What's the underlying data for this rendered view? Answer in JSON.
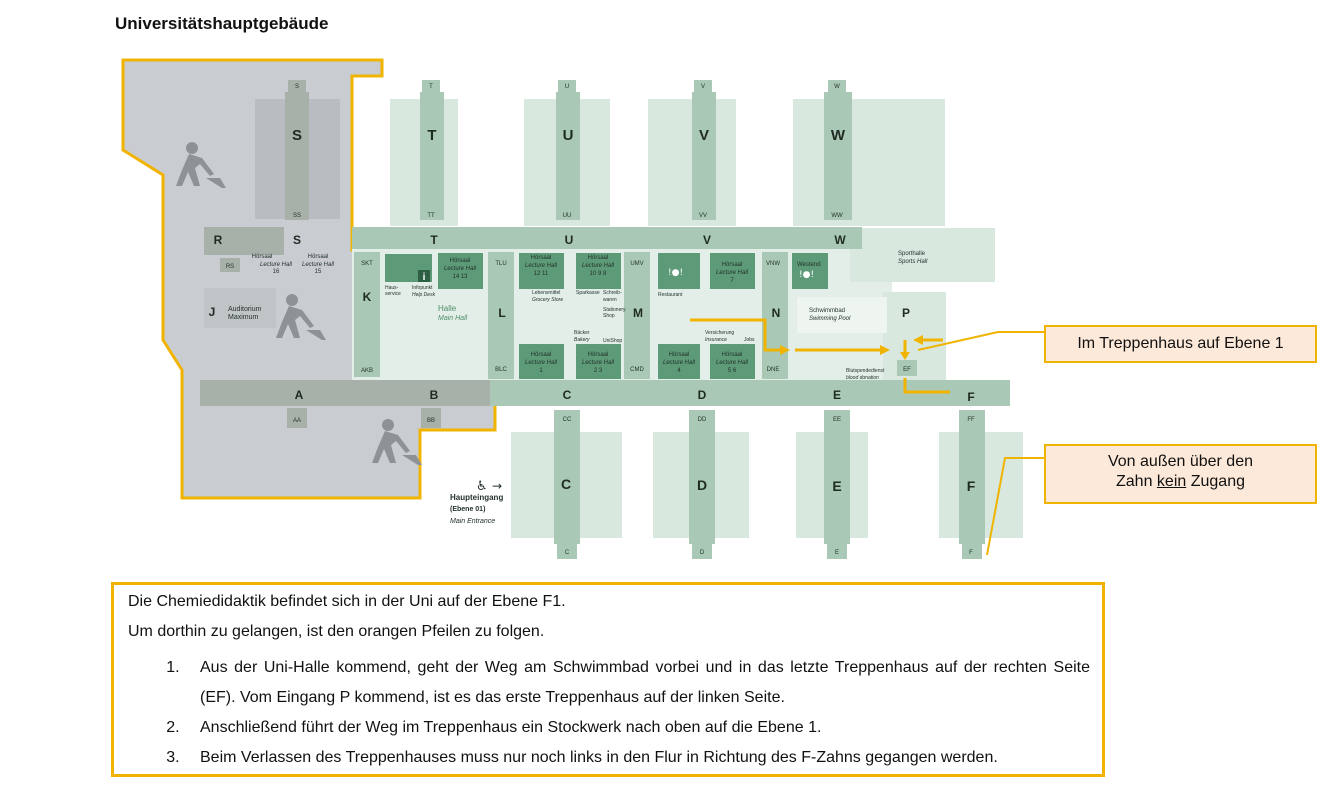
{
  "title": "Universitätshauptgebäude",
  "colors": {
    "accent": "#f0b400",
    "callout_bg": "#fde9d9",
    "building": "#d8e8df",
    "corridor": "#a9c8b6",
    "dark": "#5c9a78",
    "construction": "#c9ccd0"
  },
  "icons": [
    "construction-worker-icon",
    "wheelchair-icon",
    "arrow-right-icon",
    "info-icon",
    "cafe-icon"
  ],
  "wings": {
    "top": [
      "S",
      "T",
      "U",
      "V",
      "W"
    ],
    "top_stairs": [
      "SS",
      "TT",
      "UU",
      "VV",
      "WW"
    ],
    "bottom": [
      "C",
      "D",
      "E",
      "F"
    ],
    "bottom_stairs": [
      "CC",
      "DD",
      "EE",
      "FF"
    ]
  },
  "corridor_labels": {
    "R": "R",
    "S": "S",
    "T": "T",
    "U": "U",
    "V": "V",
    "W": "W",
    "J": "J",
    "K": "K",
    "L": "L",
    "M": "M",
    "N": "N",
    "P": "P",
    "A": "A",
    "B": "B",
    "C": "C",
    "D": "D",
    "E": "E",
    "F": "F",
    "AA": "AA",
    "BB": "BB",
    "RS": "RS",
    "SKT": "SKT",
    "AKB": "AKB",
    "TLU": "TLU",
    "BLC": "BLC",
    "UMV": "UMV",
    "CMD": "CMD",
    "VNW": "VNW",
    "DNE": "DNE",
    "EF": "EF"
  },
  "rooms": {
    "hs16_1": "Hörsaal",
    "hs16_2": "Lecture Hall",
    "hs16_3": "16",
    "hs15_1": "Hörsaal",
    "hs15_2": "Lecture Hall",
    "hs15_3": "15",
    "hs14_1": "Hörsaal",
    "hs14_2": "Lecture Hall",
    "hs14_3": "14  13",
    "hs12_1": "Hörsaal",
    "hs12_2": "Lecture Hall",
    "hs12_3": "12     11",
    "hs10_1": "Hörsaal",
    "hs10_2": "Lecture Hall",
    "hs10_3": "10   9   8",
    "hs7_1": "Hörsaal",
    "hs7_2": "Lecture Hall",
    "hs7_3": "7",
    "hs1_1": "Hörsaal",
    "hs1_2": "Lecture Hall",
    "hs1_3": "1",
    "hs23_1": "Hörsaal",
    "hs23_2": "Lecture Hall",
    "hs23_3": "2   3",
    "hs4_1": "Hörsaal",
    "hs4_2": "Lecture Hall",
    "hs4_3": "4",
    "hs56_1": "Hörsaal",
    "hs56_2": "Lecture Hall",
    "hs56_3": "5   6",
    "audi_1": "Auditorium",
    "audi_2": "Maximum",
    "halle_1": "Halle",
    "halle_2": "Main Hall",
    "haus_1": "Haus-",
    "haus_2": "service",
    "info_1": "Infopunkt",
    "info_2": "Help Desk",
    "lebens_1": "Lebensmittel",
    "lebens_2": "Grocery Store",
    "spark": "Sparkasse",
    "schreib_1": "Schreib-",
    "schreib_2": "waren",
    "stat_1": "Stationery",
    "stat_2": "Shop",
    "rest": "Restaurant",
    "westend": "Westend",
    "sport_1": "Sporthalle",
    "sport_2": "Sports Hall",
    "swim_1": "Schwimmbad",
    "swim_2": "Swimming Pool",
    "baecker_1": "Bäcker",
    "baecker_2": "Bakery",
    "unishop": "UniShop",
    "vers_1": "Versicherung",
    "vers_2": "Insurance",
    "jobs": "Jobs",
    "blut_1": "Blutspendedienst",
    "blut_2": "blood donation",
    "entrance_1": "Haupteingang",
    "entrance_2": "(Ebene 01)",
    "entrance_3": "Main Entrance"
  },
  "callouts": {
    "stairwell": "Im Treppenhaus auf Ebene 1",
    "outside_1": "Von außen über den",
    "outside_2": "Zahn ",
    "outside_3": "kein",
    "outside_4": " Zugang"
  },
  "info": {
    "line1": "Die Chemiedidaktik befindet sich in der Uni auf der Ebene F1.",
    "line2": "Um dorthin zu gelangen, ist den orangen Pfeilen zu folgen.",
    "steps": [
      "Aus der Uni-Halle kommend, geht der Weg am Schwimmbad vorbei und in das letzte Treppenhaus auf der rechten Seite (EF). Vom Eingang P kommend, ist es das erste Treppenhaus auf der linken Seite.",
      "Anschließend führt der Weg im Treppenhaus ein Stockwerk nach oben auf die Ebene 1.",
      "Beim Verlassen des Treppenhauses muss nur noch links in den Flur in Richtung des F-Zahns gegangen werden."
    ]
  }
}
